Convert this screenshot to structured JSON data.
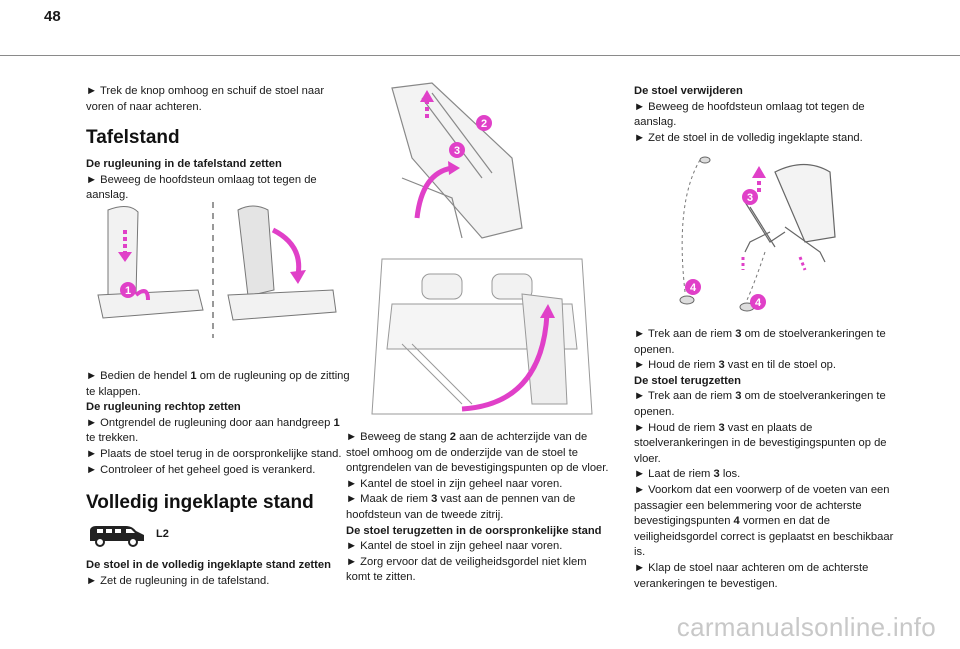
{
  "page_number": "48",
  "col1": {
    "p1": "► Trek de knop omhoog en schuif de stoel naar voren of naar achteren.",
    "heading1": "Tafelstand",
    "sub1": "De rugleuning in de tafelstand zetten",
    "p2": "► Beweeg de hoofdsteun omlaag tot tegen de aanslag.",
    "p3a": "► Bedien de hendel ",
    "p3b": "1",
    "p3c": " om de rugleuning op de zitting te klappen.",
    "sub2": "De rugleuning rechtop zetten",
    "p4a": "► Ontgrendel de rugleuning door aan handgreep ",
    "p4b": "1",
    "p4c": " te trekken.",
    "p5": "► Plaats de stoel terug in de oorspronkelijke stand.",
    "p6": "► Controleer of het geheel goed is verankerd.",
    "heading2": "Volledig ingeklapte stand",
    "van_label": "L2",
    "sub3": "De stoel in de volledig ingeklapte stand zetten",
    "p7": "► Zet de rugleuning in de tafelstand."
  },
  "col2": {
    "p1a": "► Beweeg de stang ",
    "p1b": "2",
    "p1c": " aan de achterzijde van de stoel omhoog om de onderzijde van de stoel te ontgrendelen van de bevestigingspunten op de vloer.",
    "p2": "► Kantel de stoel in zijn geheel naar voren.",
    "p3a": "► Maak de riem ",
    "p3b": "3",
    "p3c": " vast aan de pennen van de hoofdsteun van de tweede zitrij.",
    "sub1": "De stoel terugzetten in de oorspronkelijke stand",
    "p4": "► Kantel de stoel in zijn geheel naar voren.",
    "p5": "► Zorg ervoor dat de veiligheidsgordel niet klem komt te zitten."
  },
  "col3": {
    "sub1": "De stoel verwijderen",
    "p1": "► Beweeg de hoofdsteun omlaag tot tegen de aanslag.",
    "p2": "► Zet de stoel in de volledig ingeklapte stand.",
    "p3a": "► Trek aan de riem ",
    "p3b": "3",
    "p3c": " om de stoelverankeringen te openen.",
    "p4a": "► Houd de riem ",
    "p4b": "3",
    "p4c": " vast en til de stoel op.",
    "sub2": "De stoel terugzetten",
    "p5a": "► Trek aan de riem ",
    "p5b": "3",
    "p5c": " om de stoelverankeringen te openen.",
    "p6a": "► Houd de riem ",
    "p6b": "3",
    "p6c": " vast en plaats de stoelverankeringen in de bevestigingspunten op de vloer.",
    "p7a": "► Laat de riem ",
    "p7b": "3",
    "p7c": " los.",
    "p8a": "► Voorkom dat een voorwerp of de voeten van een passagier een belemmering voor de achterste bevestigingspunten ",
    "p8b": "4",
    "p8c": " vormen en dat de veiligheidsgordel correct is geplaatst en beschikbaar is.",
    "p9": "► Klap de stoel naar achteren om de achterste verankeringen te bevestigen."
  },
  "figure_labels": {
    "one": "1",
    "two": "2",
    "three": "3",
    "four": "4"
  },
  "watermark": "carmanualsonline.info",
  "colors": {
    "accent": "#e040c8",
    "text": "#1a1a1a",
    "rule": "#8a8a8a"
  }
}
